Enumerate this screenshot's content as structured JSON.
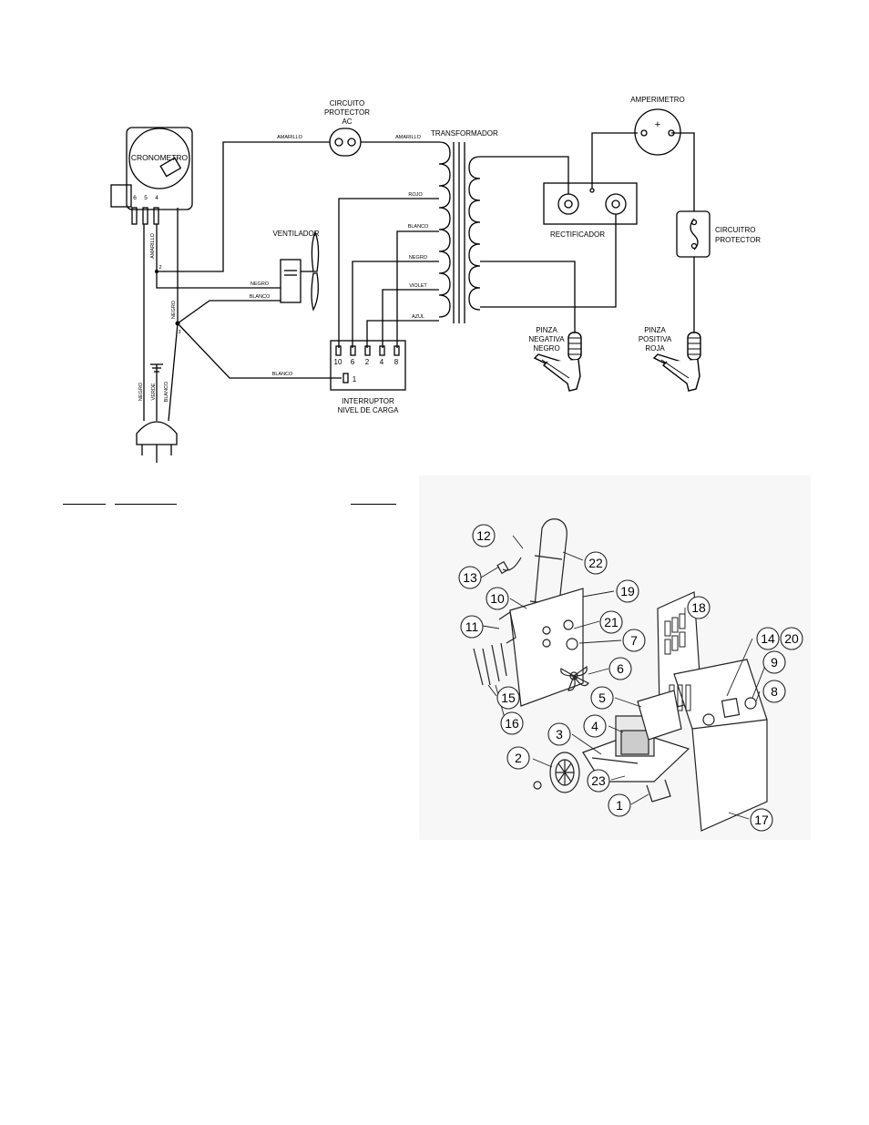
{
  "wiring": {
    "timer": {
      "label": "CRONOMETRO",
      "terminals": [
        "6",
        "5",
        "4"
      ]
    },
    "ac_breaker": {
      "label_lines": [
        "CIRCUITO",
        "PROTECTOR",
        "AC"
      ]
    },
    "transformer": {
      "label": "TRANSFORMADOR"
    },
    "ammeter": {
      "label": "AMPERIMETRO",
      "plus": "+"
    },
    "rectifier": {
      "label": "RECTIFICADOR"
    },
    "dc_breaker": {
      "label_lines": [
        "CIRCUITRO",
        "PROTECTOR"
      ]
    },
    "fan": {
      "label": "VENTILADOR"
    },
    "switch": {
      "label_lines": [
        "INTERRUPTOR",
        "NIVEL DE CARGA"
      ],
      "terminals": [
        "10",
        "6",
        "2",
        "4",
        "8"
      ],
      "terminal_1": "1"
    },
    "neg_clamp": {
      "label_lines": [
        "PINZA",
        "NEGATIVA",
        "NEGRO"
      ]
    },
    "pos_clamp": {
      "label_lines": [
        "PINZA",
        "POSITIVA",
        "ROJA"
      ]
    },
    "wire_labels": {
      "amarillo_left": "AMARILLO",
      "amarillo_right": "AMARILLO",
      "amarillo_vertical": "AMARILLO",
      "rojo": "ROJO",
      "blanco_tap": "BLANCO",
      "negro_tap": "NEGRO",
      "violet_tap": "VIOLET",
      "azul_tap": "AZUL",
      "negro_fan": "NEGRO",
      "blanco_fan": "BLANCO",
      "negro_vertical": "NEGRO",
      "blanco_switch": "BLANCO",
      "cord_negro": "NEGRO",
      "cord_verde": "VERDE",
      "cord_blanco": "BLANCO"
    },
    "node_2": "2",
    "node_3": "3"
  },
  "parts_callouts": [
    "1",
    "2",
    "3",
    "4",
    "5",
    "6",
    "7",
    "8",
    "9",
    "10",
    "11",
    "12",
    "13",
    "14",
    "15",
    "16",
    "17",
    "18",
    "19",
    "20",
    "21",
    "22",
    "23"
  ]
}
